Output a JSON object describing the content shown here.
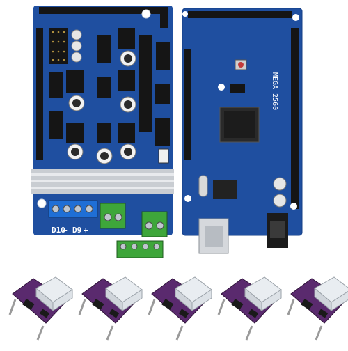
{
  "ramps_board": {
    "labels": {
      "d10": "D10",
      "d9": "D9",
      "plus_a": "+",
      "plus_b": "+"
    }
  },
  "mega_board": {
    "model_label": "MEGA 2560"
  },
  "colors": {
    "pcb_blue": "#1f4fa0",
    "pcb_dark_blue": "#163f86",
    "header_black": "#151515",
    "heatsink_silver": "#c9cdd2",
    "terminal_blue": "#1f6fd6",
    "terminal_green": "#3ea63a",
    "driver_purple": "#5a2a6e",
    "driver_heatsink": "#e9edf1"
  },
  "drivers": {
    "count": 5
  }
}
